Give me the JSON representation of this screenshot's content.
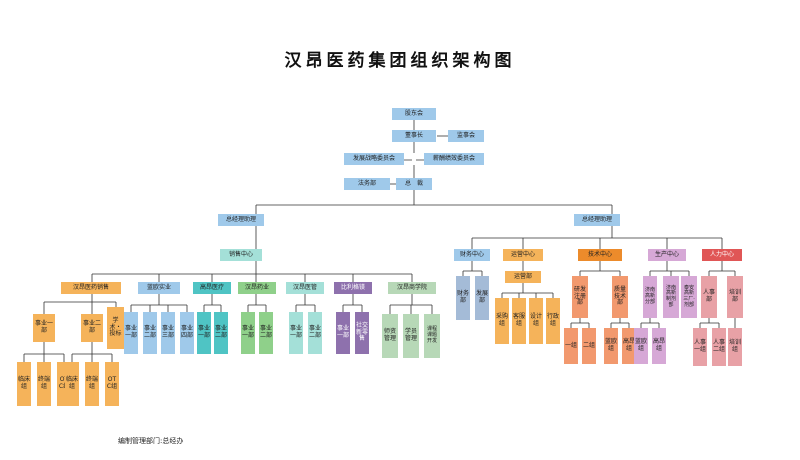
{
  "title": "汉昂医药集团组织架构图",
  "footer": "编制管理部门:总经办",
  "colors": {
    "blue": "#9fc9ea",
    "orange": "#f5b35a",
    "dark_orange": "#ec8b2b",
    "teal": "#4fc4c4",
    "green": "#8fd08a",
    "light_teal": "#a4e0d8",
    "purple": "#8e71ad",
    "sage": "#b7d8b7",
    "gray_blue": "#a4bbd7",
    "red": "#e05656",
    "salmon": "#f2996e",
    "pink": "#e8a1a6",
    "lavender": "#d6a8d6"
  },
  "top": {
    "board_of_shareholders": "股东会",
    "chairman": "董事长",
    "supervisory_board": "监事会",
    "strategy_committee": "发展战略委员会",
    "compensation_committee": "薪酬绩效委员会",
    "legal_department": "法务部",
    "president": "总　裁"
  },
  "left": {
    "assistant": "总经理助理",
    "sales_center": "销售中心",
    "divisions": [
      {
        "label": "汉昂医药销售",
        "color": "orange"
      },
      {
        "label": "蓝欧实业",
        "color": "blue"
      },
      {
        "label": "高昂医疗",
        "color": "teal"
      },
      {
        "label": "汉昂药业",
        "color": "green"
      },
      {
        "label": "汉昂医管",
        "color": "light_teal"
      },
      {
        "label": "比利格镁",
        "color": "purple"
      },
      {
        "label": "汉昂商学院",
        "color": "sage"
      }
    ],
    "sales_units": [
      "事业一部",
      "事业二部",
      "学术・投标"
    ],
    "sales_dept1_groups": [
      "临床组",
      "终端组",
      "OTC组"
    ],
    "sales_dept2_groups": [
      "临床组",
      "终端组",
      "OTC组"
    ],
    "lanou_units": [
      "事业一部",
      "事业二部",
      "事业三部",
      "事业四部"
    ],
    "gaoang_units": [
      "事业一部",
      "事业二部"
    ],
    "yaoye_units": [
      "事业一部",
      "事业二部"
    ],
    "yiguan_units": [
      "事业一部",
      "事业二部"
    ],
    "bili_units": [
      "事业一部",
      "社交新零售"
    ],
    "school_units": [
      "师资管理",
      "学员管理",
      "课程课题开发"
    ]
  },
  "right": {
    "assistant": "总经理助理",
    "finance_center": "财务中心",
    "finance_units": [
      "财务部",
      "发展部"
    ],
    "operations_center": "运营中心",
    "operations_dept": "运营部",
    "operations_units": [
      "采购组",
      "客服组",
      "设计组",
      "行政组"
    ],
    "tech_center": "技术中心",
    "tech_units": [
      "研发注册部",
      "质量技术部"
    ],
    "tech_rd_groups": [
      "一组",
      "二组"
    ],
    "tech_qa_groups": [
      "蓝欧组",
      "高昂组"
    ],
    "production_center": "生产中心",
    "production_units": [
      "济南高新分部",
      "济南高新制剂部",
      "泰安高新三厂·剂部"
    ],
    "production_groups": [
      "蓝欧组",
      "高昂组"
    ],
    "hr_center": "人力中心",
    "hr_units": [
      "人事部",
      "培训部"
    ],
    "hr_groups": [
      "人事一组",
      "人事二组",
      "培训组"
    ]
  }
}
